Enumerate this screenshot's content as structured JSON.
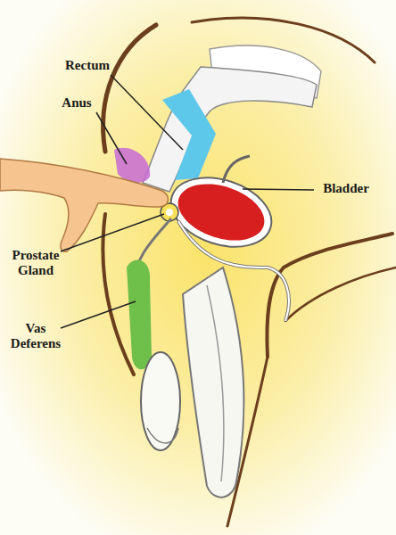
{
  "diagram": {
    "labels": [
      "Rectum",
      "Anus",
      "Bladder",
      "Prostate Gland",
      "Vas Deferens"
    ]
  }
}
